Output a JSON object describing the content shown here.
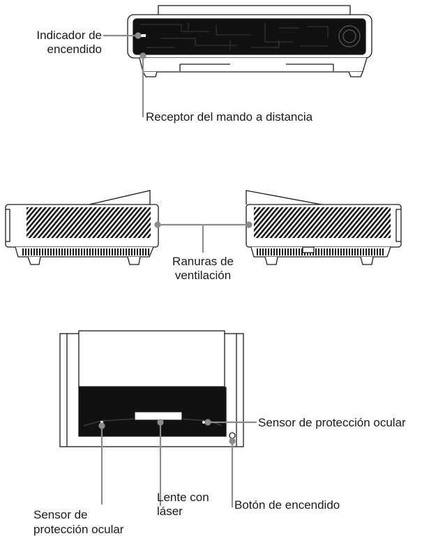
{
  "colors": {
    "line": "#1a1a1a",
    "callout": "#8c8c8c",
    "panel": "#111111",
    "white": "#ffffff"
  },
  "labels": {
    "power_indicator_1": "Indicador de",
    "power_indicator_2": "encendido",
    "ir_receiver": "Receptor del mando a distancia",
    "vents_1": "Ranuras de",
    "vents_2": "ventilación",
    "eye_sensor_right": "Sensor de protección ocular",
    "eye_sensor_left_1": "Sensor de",
    "eye_sensor_left_2": "protección ocular",
    "laser_lens_1": "Lente con",
    "laser_lens_2": "láser",
    "power_button": "Botón de encendido"
  }
}
